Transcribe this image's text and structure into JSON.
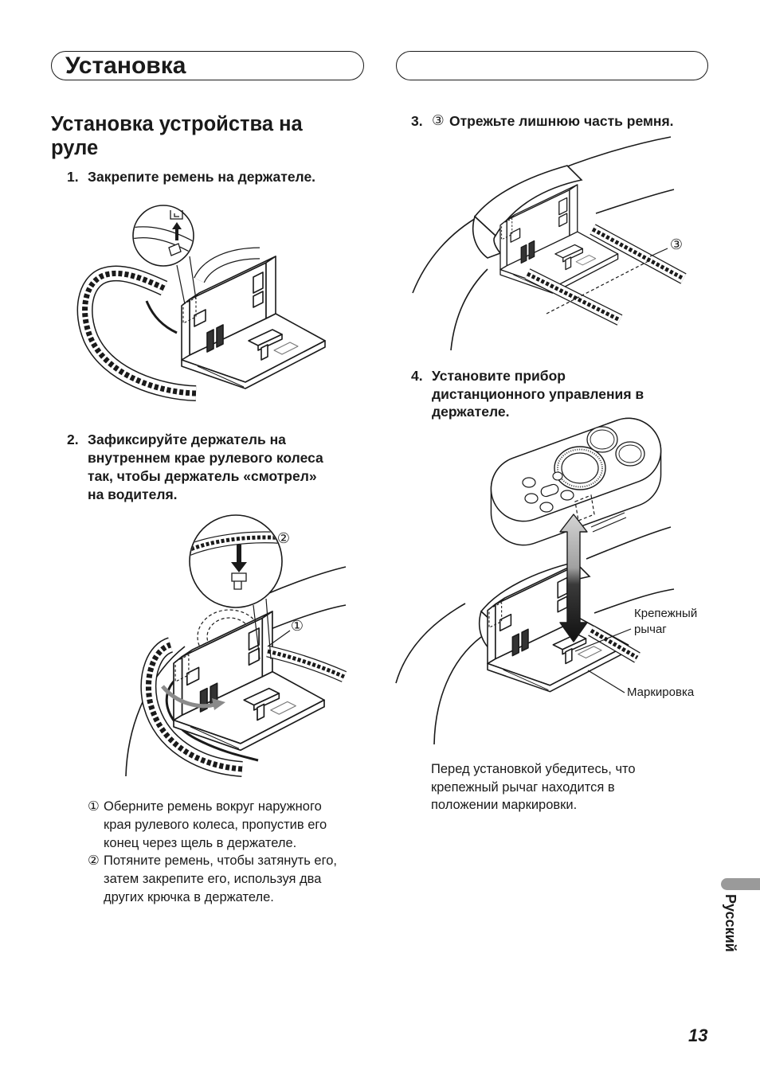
{
  "header": {
    "title": "Установка"
  },
  "left": {
    "section_title": [
      "Установка устройства на",
      "руле"
    ],
    "step1": {
      "number": "1.",
      "text": "Закрепите ремень на держателе."
    },
    "step2": {
      "number": "2.",
      "lines": [
        "Зафиксируйте держатель на",
        "внутреннем крае рулевого колеса",
        "так, чтобы держатель «смотрел»",
        "на водителя."
      ]
    },
    "figure2_callouts": [
      "②",
      "①"
    ],
    "notes": [
      {
        "marker": "①",
        "lines": [
          "Оберните ремень вокруг наружного",
          "края рулевого колеса, пропустив его",
          "конец через щель в держателе."
        ]
      },
      {
        "marker": "②",
        "lines": [
          "Потяните ремень, чтобы затянуть его,",
          "затем закрепите его, используя два",
          "других крючка в держателе."
        ]
      }
    ]
  },
  "right": {
    "step3": {
      "number": "3.",
      "marker": "③",
      "text": "Отрежьте лишнюю часть ремня."
    },
    "figure3_callout": "③",
    "step4": {
      "number": "4.",
      "lines": [
        "Установите прибор",
        "дистанционного управления в",
        "держателе."
      ]
    },
    "figure4_labels": {
      "lever": [
        "Крепежный",
        "рычаг"
      ],
      "marking": "Маркировка"
    },
    "note": [
      "Перед установкой убедитесь, что",
      "крепежный рычаг находится в",
      "положении маркировки."
    ]
  },
  "side_tab": {
    "language": "Русский"
  },
  "page_number": "13",
  "colors": {
    "text": "#1a1a1a",
    "side_tab": "#9a9a9a",
    "background": "#ffffff"
  }
}
